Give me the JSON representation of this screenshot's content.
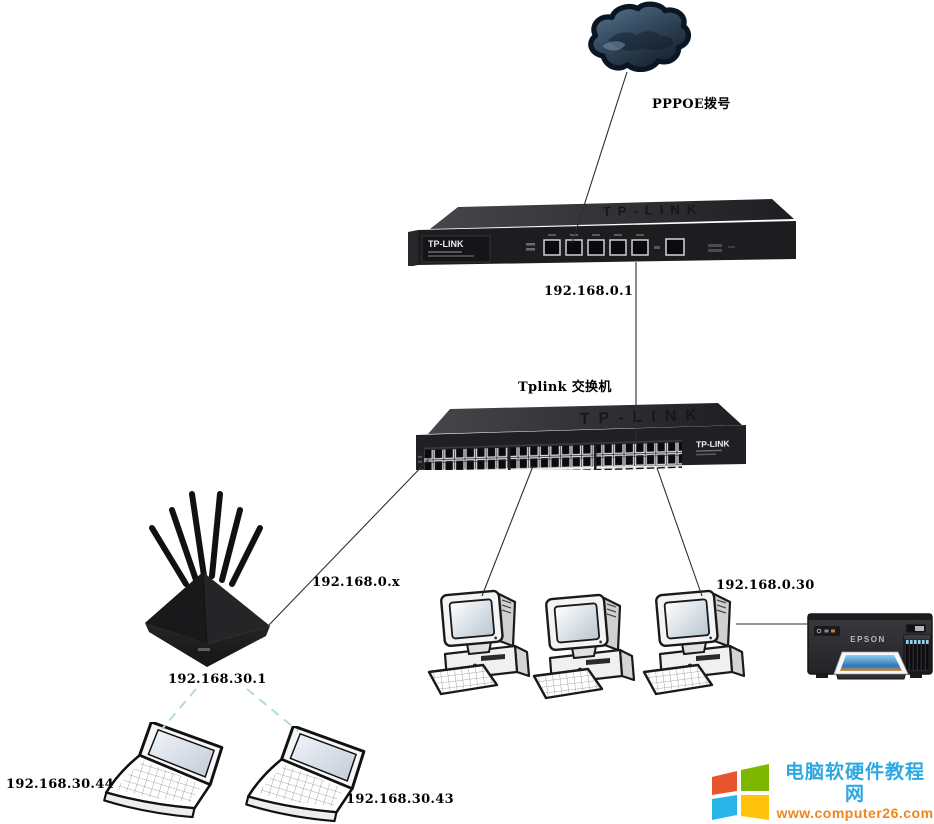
{
  "diagram": {
    "type": "network-topology"
  },
  "brands": {
    "router": "TP-LINK",
    "switch": "TP-LINK",
    "printer": "EPSON"
  },
  "labels": {
    "pppoe": "PPPOE拨号",
    "router_ip": "192.168.0.1",
    "switch_name": "Tplink 交换机",
    "lan_segment": "192.168.0.x",
    "pc3_ip": "192.168.0.30",
    "wireless_router_ip": "192.168.30.1",
    "laptop_left_ip": "192.168.30.44",
    "laptop_right_ip": "192.168.30.43"
  },
  "connections": [
    {
      "from": "internet-cloud",
      "to": "router",
      "style": "solid",
      "label": "PPPOE拨号"
    },
    {
      "from": "router",
      "to": "switch",
      "style": "solid",
      "label": "192.168.0.1"
    },
    {
      "from": "switch",
      "to": "wireless-router",
      "style": "solid",
      "label": "192.168.0.x"
    },
    {
      "from": "switch",
      "to": "desktop-pc-1",
      "style": "solid"
    },
    {
      "from": "switch",
      "to": "desktop-pc-3",
      "style": "solid",
      "label": "192.168.0.30"
    },
    {
      "from": "desktop-pc-3",
      "to": "printer",
      "style": "solid"
    },
    {
      "from": "wireless-router",
      "to": "laptop-left",
      "style": "dashed-wireless"
    },
    {
      "from": "wireless-router",
      "to": "laptop-right",
      "style": "dashed-wireless"
    }
  ],
  "watermark": {
    "site_name": "电脑软硬件教程网",
    "site_url": "www.computer26.com",
    "title_color": "#2ea8e0",
    "url_color": "#f08519",
    "logo_colors": [
      "#e8542d",
      "#7db700",
      "#29b5e8",
      "#ffc20d"
    ]
  }
}
